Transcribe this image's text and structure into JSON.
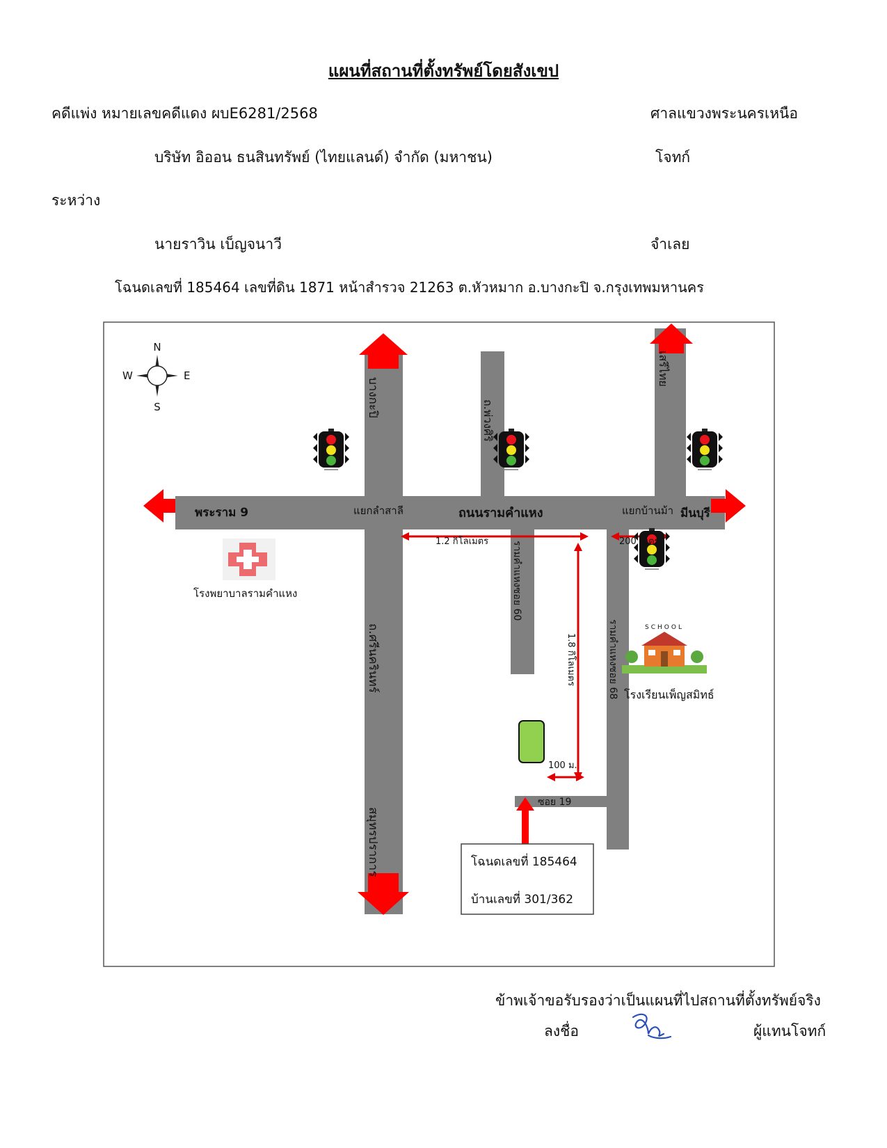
{
  "header": {
    "title": "แผนที่สถานที่ตั้งทรัพย์โดยสังเขป",
    "case_line": "คดีแพ่ง  หมายเลขคดีแดง  ผบE6281/2568",
    "court": "ศาลแขวงพระนครเหนือ",
    "plaintiff_name": "บริษัท อิออน ธนสินทรัพย์ (ไทยแลนด์) จำกัด (มหาชน)",
    "plaintiff_role": "โจทก์",
    "between": "ระหว่าง",
    "defendant_name": "นายราวิน     เบ็ญจนาวี",
    "defendant_role": "จำเลย",
    "deed_line": "โฉนดเลขที่ 185464  เลขที่ดิน  1871  หน้าสำรวจ  21263  ต.หัวหมาก  อ.บางกะปิ  จ.กรุงเทพมหานคร"
  },
  "compass": {
    "n": "N",
    "s": "S",
    "e": "E",
    "w": "W"
  },
  "map": {
    "roads": {
      "rama9": "พระราม 9",
      "ramkhamhaeng": "ถนนรามคำแหง",
      "minburi": "มีนบุรี",
      "bangkapi": "บางกะปิ",
      "phuangsri": "ถ.พ่วงศิริ",
      "serithai": "เสรีไทย",
      "srinakarin": "ถ.ศรีนครินทร์",
      "samutprakan": "สมุทรปราการ",
      "soi60": "รามคำแหงซอย 60",
      "soi68": "รามคำแหงซอย 68",
      "soi19": "ซอย 19"
    },
    "intersections": {
      "lamsali": "แยกลำสาลี",
      "banma": "แยกบ้านม้า"
    },
    "distances": {
      "d1": "1.2 กิโลเมตร",
      "d2": "200 เมตร",
      "d3": "1.8 กิโลเมตร",
      "d4": "100 ม."
    },
    "landmarks": {
      "hospital": "โรงพยาบาลรามคำแหง",
      "school": "โรงเรียนเพ็ญสมิทธ์",
      "school_sign": "SCHOOL"
    },
    "property_box": {
      "deed": "โฉนดเลขที่ 185464",
      "house": "บ้านเลขที่ 301/362"
    },
    "colors": {
      "road": "#808080",
      "arrow": "#ff0000",
      "property": "#92d050",
      "distance_line": "#e00000"
    }
  },
  "footer": {
    "certify": "ข้าพเจ้าขอรับรองว่าเป็นแผนที่ไปสถานที่ตั้งทรัพย์จริง",
    "sign_label": "ลงชื่อ",
    "role": "ผู้แทนโจทก์"
  }
}
